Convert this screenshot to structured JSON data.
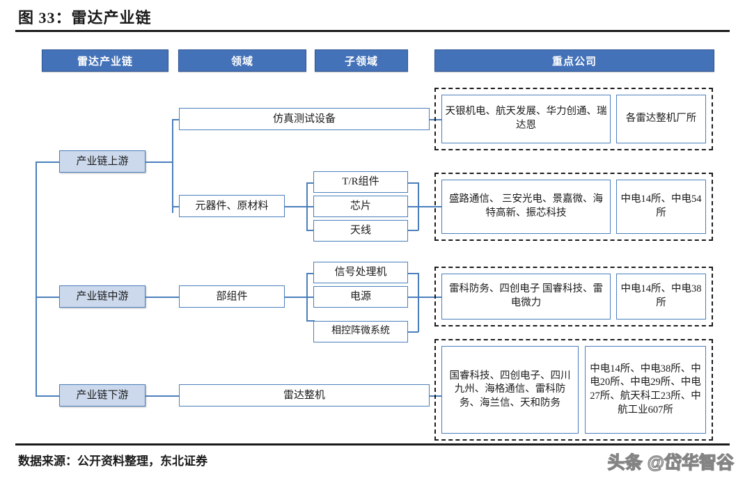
{
  "figure": {
    "title": "图 33：雷达产业链",
    "source": "数据来源：公开资料整理，东北证券",
    "watermark": "头条 @岱华智谷"
  },
  "colors": {
    "header_fill": "#4472b8",
    "header_border": "#2f5596",
    "box_border": "#4a7ebb",
    "stage_fill": "#ccd9ec",
    "dash_border": "#1a1a1a",
    "text": "#1a1a1a"
  },
  "headers": [
    {
      "label": "雷达产业链"
    },
    {
      "label": "领域"
    },
    {
      "label": "子领域"
    },
    {
      "label": "重点公司"
    }
  ],
  "stages": [
    {
      "label": "产业链上游"
    },
    {
      "label": "产业链中游"
    },
    {
      "label": "产业链下游"
    }
  ],
  "domains": [
    {
      "label": "仿真测试设备"
    },
    {
      "label": "元器件、原材料"
    },
    {
      "label": "部组件"
    },
    {
      "label": "雷达整机"
    }
  ],
  "subdomains": [
    {
      "label": "T/R组件"
    },
    {
      "label": "芯片"
    },
    {
      "label": "天线"
    },
    {
      "label": "信号处理机"
    },
    {
      "label": "电源"
    },
    {
      "label": "相控阵微系统"
    }
  ],
  "company_groups": [
    {
      "name": "group-simulation",
      "listed": "天银机电、航天发展、华力创通、瑞达恩",
      "institutes": "各雷达整机厂所"
    },
    {
      "name": "group-components",
      "listed": "盛路通信、\n三安光电、景嘉微、海特高新、振芯科技",
      "institutes": "中电14所、中电54所"
    },
    {
      "name": "group-subassembly",
      "listed": "雷科防务、四创电子\n国睿科技、雷电微力",
      "institutes": "中电14所、中电38所"
    },
    {
      "name": "group-complete-radar",
      "listed": "国睿科技、四创电子、四川九州、海格通信、雷科防务、海兰信、天和防务",
      "institutes": "中电14所、中电38所、中电20所、中电29所、中电27所、航天科工23所、中航工业607所"
    }
  ]
}
